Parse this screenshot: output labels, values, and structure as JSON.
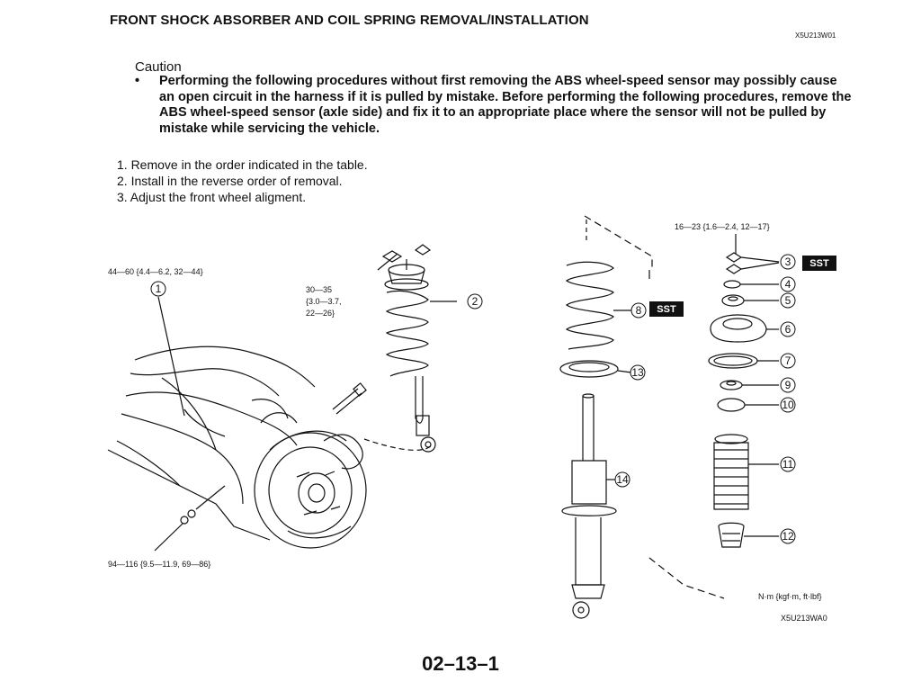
{
  "header": {
    "title": "FRONT SHOCK ABSORBER AND COIL SPRING REMOVAL/INSTALLATION",
    "code": "X5U213W01"
  },
  "caution": {
    "heading": "Caution",
    "bullet": "•",
    "text": "Performing the following procedures without first removing the ABS wheel-speed sensor may possibly cause an open circuit in the harness if it is pulled by mistake. Before performing the following procedures, remove the ABS wheel-speed sensor (axle side) and fix it to an appropriate place where the sensor will not be pulled by mistake while servicing the vehicle."
  },
  "steps": [
    "1. Remove in the order indicated in the table.",
    "2. Install in the reverse order of removal.",
    "3. Adjust the front wheel aligment."
  ],
  "figure": {
    "torque_1": "44—60 {4.4—6.2, 32—44}",
    "torque_2a": "30—35",
    "torque_2b": "{3.0—3.7,",
    "torque_2c": "22—26}",
    "torque_3": "94—116 {9.5—11.9, 69—86}",
    "torque_4": "16—23 {1.6—2.4, 12—17}",
    "units": "N·m {kgf·m, ft·lbf}",
    "code": "X5U213WA0",
    "sst": "SST",
    "callouts": [
      "1",
      "2",
      "3",
      "4",
      "5",
      "6",
      "7",
      "8",
      "9",
      "10",
      "11",
      "12",
      "13",
      "14"
    ]
  },
  "page_number": "02–13–1"
}
